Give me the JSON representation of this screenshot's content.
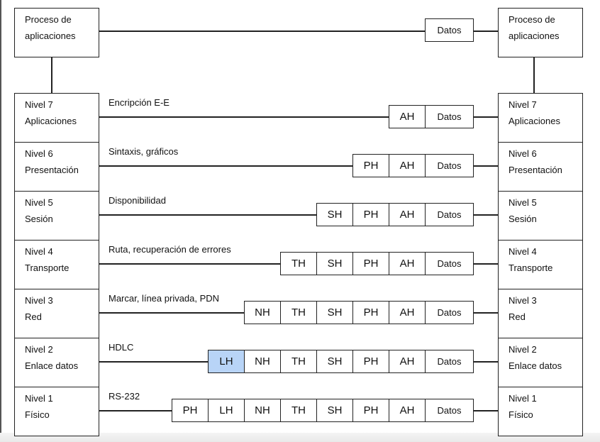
{
  "top": {
    "left_box": [
      "Proceso de",
      "aplicaciones"
    ],
    "right_box": [
      "Proceso de",
      "aplicaciones"
    ],
    "data_cell": "Datos"
  },
  "levels": [
    {
      "name": [
        "Nivel 7",
        "Aplicaciones"
      ],
      "protocol": "Encripción E-E",
      "headers": [
        "AH"
      ],
      "highlight": []
    },
    {
      "name": [
        "Nivel 6",
        "Presentación"
      ],
      "protocol": "Sintaxis, gráficos",
      "headers": [
        "PH",
        "AH"
      ],
      "highlight": []
    },
    {
      "name": [
        "Nivel 5",
        "Sesión"
      ],
      "protocol": "Disponibilidad",
      "headers": [
        "SH",
        "PH",
        "AH"
      ],
      "highlight": []
    },
    {
      "name": [
        "Nivel 4",
        "Transporte"
      ],
      "protocol": "Ruta, recuperación de errores",
      "headers": [
        "TH",
        "SH",
        "PH",
        "AH"
      ],
      "highlight": []
    },
    {
      "name": [
        "Nivel 3",
        "Red"
      ],
      "protocol": "Marcar, línea privada, PDN",
      "headers": [
        "NH",
        "TH",
        "SH",
        "PH",
        "AH"
      ],
      "highlight": []
    },
    {
      "name": [
        "Nivel 2",
        "Enlace datos"
      ],
      "protocol": "HDLC",
      "headers": [
        "LH",
        "NH",
        "TH",
        "SH",
        "PH",
        "AH"
      ],
      "highlight": [
        "LH"
      ]
    },
    {
      "name": [
        "Nivel 1",
        "Físico"
      ],
      "protocol": "RS-232",
      "headers": [
        "PH",
        "LH",
        "NH",
        "TH",
        "SH",
        "PH",
        "AH"
      ],
      "highlight": []
    }
  ],
  "data_label": "Datos",
  "colors": {
    "highlight": "#b8d4f7",
    "line": "#222222"
  }
}
